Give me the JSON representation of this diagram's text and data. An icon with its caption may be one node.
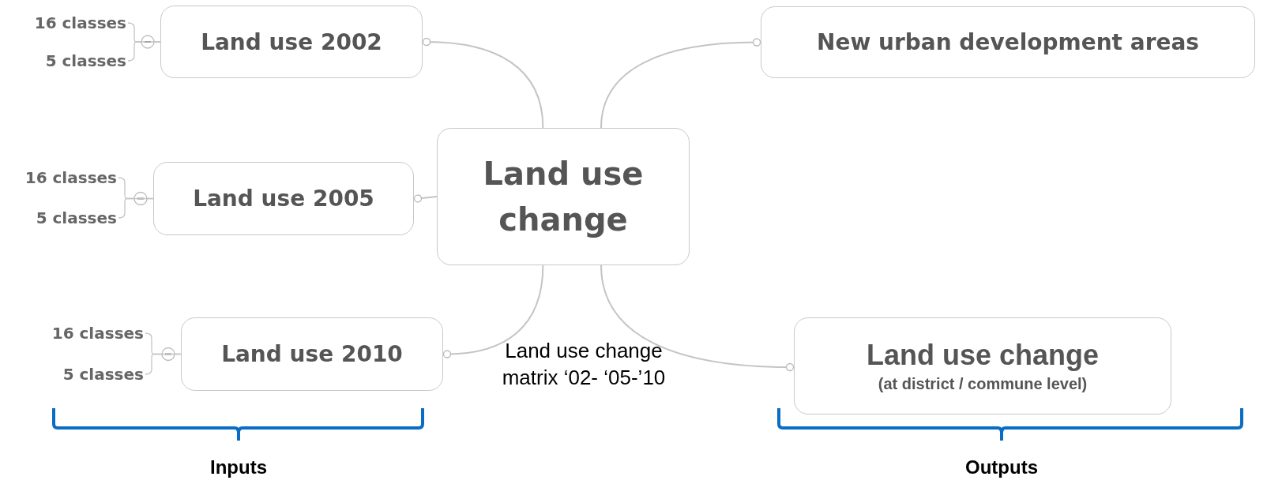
{
  "diagram": {
    "nodes": [
      {
        "text": [
          "Land use change"
        ]
      },
      {
        "text": [
          "Land use 2002"
        ]
      },
      {
        "text": [
          "Land use 2005"
        ]
      },
      {
        "text": [
          "Land use 2010"
        ]
      },
      {
        "text": [
          "New urban development areas"
        ]
      },
      {
        "text": [
          "Land use change",
          "(at district / commune level)"
        ]
      },
      {
        "text": [
          "16 classes"
        ]
      },
      {
        "text": [
          "5 classes"
        ]
      },
      {
        "text": [
          "16 classes"
        ]
      },
      {
        "text": [
          "5 classes"
        ]
      },
      {
        "text": [
          "16 classes"
        ]
      },
      {
        "text": [
          "5 classes"
        ]
      }
    ],
    "edges": [
      {
        "from": 0,
        "to": 1,
        "arrow": "other"
      },
      {
        "from": 0,
        "to": 2,
        "arrow": "other"
      },
      {
        "from": 0,
        "to": 3,
        "arrow": "other"
      },
      {
        "from": 0,
        "to": 4,
        "arrow": "other"
      },
      {
        "from": 0,
        "to": 5,
        "arrow": "other"
      },
      {
        "from": 1,
        "to": 6,
        "arrow": "none"
      },
      {
        "from": 1,
        "to": 7,
        "arrow": "none"
      },
      {
        "from": 2,
        "to": 8,
        "arrow": "none"
      },
      {
        "from": 2,
        "to": 9,
        "arrow": "none"
      },
      {
        "from": 3,
        "to": 10,
        "arrow": "none"
      },
      {
        "from": 3,
        "to": 11,
        "arrow": "none"
      }
    ],
    "labels": [
      "Land use change matrix ‘02- ‘05-’10",
      "Inputs",
      "Outputs"
    ]
  }
}
